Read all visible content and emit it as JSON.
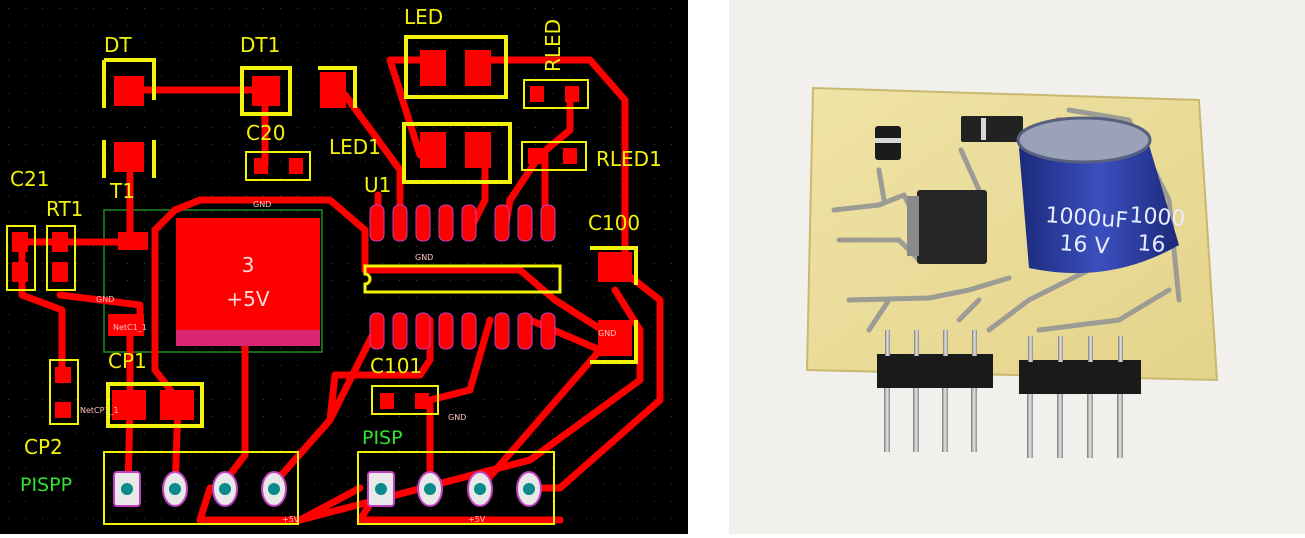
{
  "pcb_layout": {
    "labels": {
      "dt": "DT",
      "dt1": "DT1",
      "led": "LED",
      "rled": "RLED",
      "c20": "C20",
      "led1": "LED1",
      "rled1": "RLED1",
      "u1": "U1",
      "c21": "C21",
      "rt1": "RT1",
      "t1": "T1",
      "c100": "C100",
      "cp1": "CP1",
      "cp2": "CP2",
      "c101": "C101",
      "pisp": "PISP",
      "pispp": "PISPP"
    },
    "regulator": {
      "pin": "3",
      "voltage": "+5V"
    },
    "nets": {
      "gnd": "GND",
      "vcc": "+5V",
      "netcp1": "NetCP1_1",
      "netc11": "NetC1_1"
    }
  },
  "photo": {
    "capacitor_rating": "1000uF",
    "capacitor_voltage": "16 V",
    "capacitor_rating_side": "1000",
    "capacitor_voltage_side": "16"
  }
}
